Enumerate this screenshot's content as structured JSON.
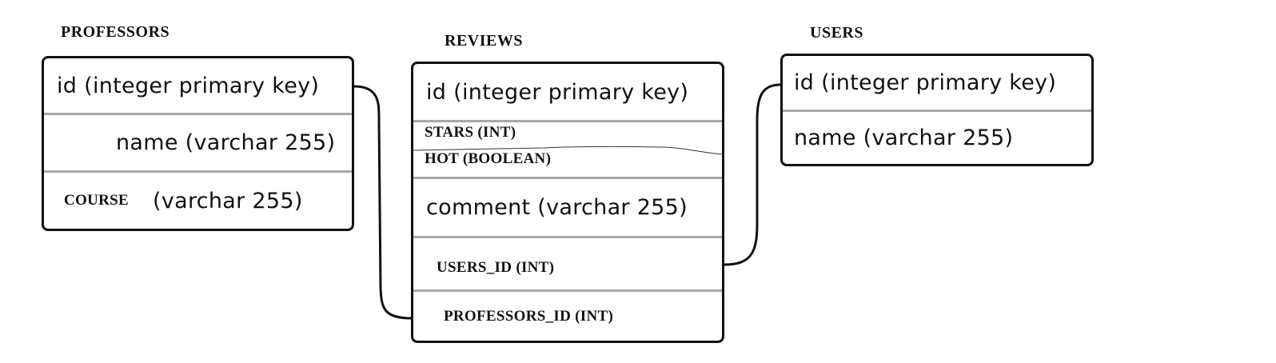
{
  "tables": {
    "professors": {
      "title": "PROFESSORS",
      "rows": {
        "id": "id (integer primary key)",
        "name": "name (varchar 255)",
        "course_name": "COURSE",
        "course_type": "(varchar 255)"
      }
    },
    "reviews": {
      "title": "REVIEWS",
      "rows": {
        "id": "id (integer primary key)",
        "stars": "STARS (INT)",
        "hot": "HOT (BOOLEAN)",
        "comment": "comment (varchar 255)",
        "users_id": "USERS_ID (INT)",
        "professors_id": "PROFESSORS_ID (INT)"
      }
    },
    "users": {
      "title": "USERS",
      "rows": {
        "id": "id (integer primary key)",
        "name": "name (varchar 255)"
      }
    }
  },
  "colors": {
    "stroke": "#111111",
    "separator": "#a8a8a8"
  }
}
